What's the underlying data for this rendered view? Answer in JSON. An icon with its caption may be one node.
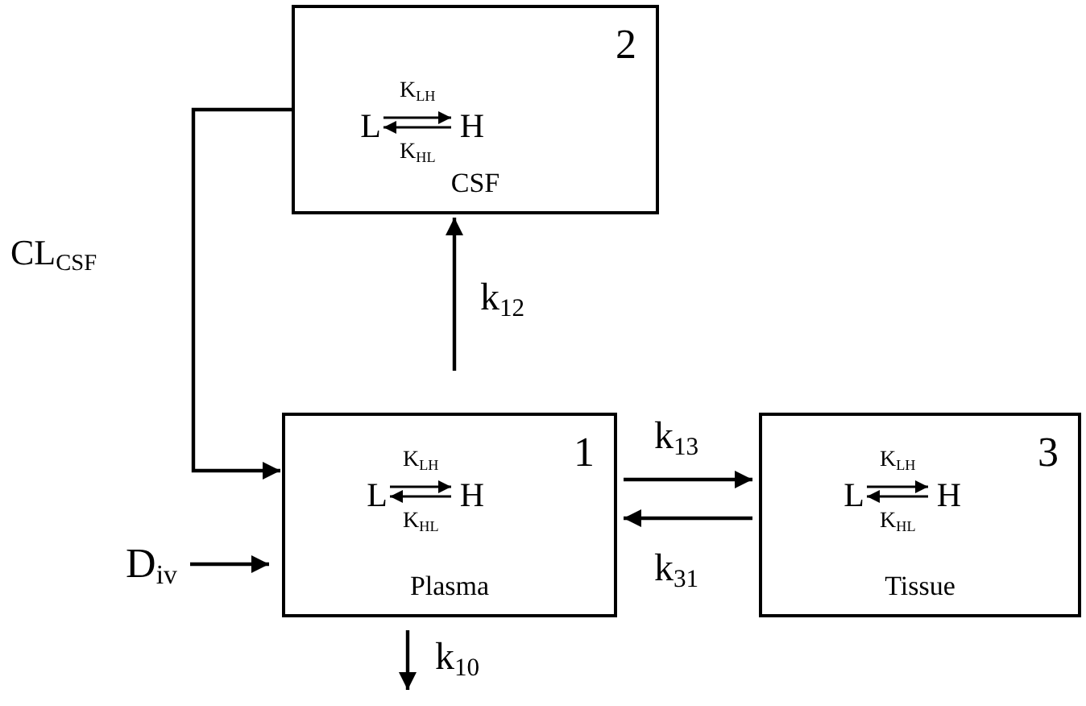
{
  "diagram": {
    "nodes": [
      {
        "text": [
          "2",
          "CSF"
        ]
      },
      {
        "text": [
          "L"
        ],
        "in": 0
      },
      {
        "text": [
          "H"
        ],
        "in": 0
      },
      {
        "text": [
          "1",
          "Plasma"
        ]
      },
      {
        "text": [
          "L"
        ],
        "in": 3
      },
      {
        "text": [
          "H"
        ],
        "in": 3
      },
      {
        "text": [
          "3",
          "Tissue"
        ]
      },
      {
        "text": [
          "L"
        ],
        "in": 6
      },
      {
        "text": [
          "H"
        ],
        "in": 6
      },
      {
        "text": [
          "D$_{iv}$"
        ]
      }
    ],
    "edges": [
      {
        "from": 1,
        "to": 2,
        "arrow": "to",
        "label": "K$_{LH}$"
      },
      {
        "from": 2,
        "to": 1,
        "arrow": "to",
        "label": "K$_{HL}$"
      },
      {
        "from": 4,
        "to": 5,
        "arrow": "to",
        "label": "K$_{LH}$"
      },
      {
        "from": 5,
        "to": 4,
        "arrow": "to",
        "label": "K$_{HL}$"
      },
      {
        "from": 7,
        "to": 8,
        "arrow": "to",
        "label": "K$_{LH}$"
      },
      {
        "from": 8,
        "to": 7,
        "arrow": "to",
        "label": "K$_{HL}$"
      },
      {
        "from": 3,
        "to": 0,
        "arrow": "to",
        "label": "k$_{12}$"
      },
      {
        "from": 0,
        "to": 3,
        "arrow": "to",
        "label": "CL$_{CSF}$"
      },
      {
        "from": 3,
        "to": 6,
        "arrow": "to",
        "label": "k$_{13}$"
      },
      {
        "from": 6,
        "to": 3,
        "arrow": "to",
        "label": "k$_{31}$"
      },
      {
        "from": 9,
        "to": 3,
        "arrow": "to"
      },
      {
        "from": 3,
        "to": null,
        "arrow": "to",
        "label": "k$_{10}$"
      }
    ]
  }
}
